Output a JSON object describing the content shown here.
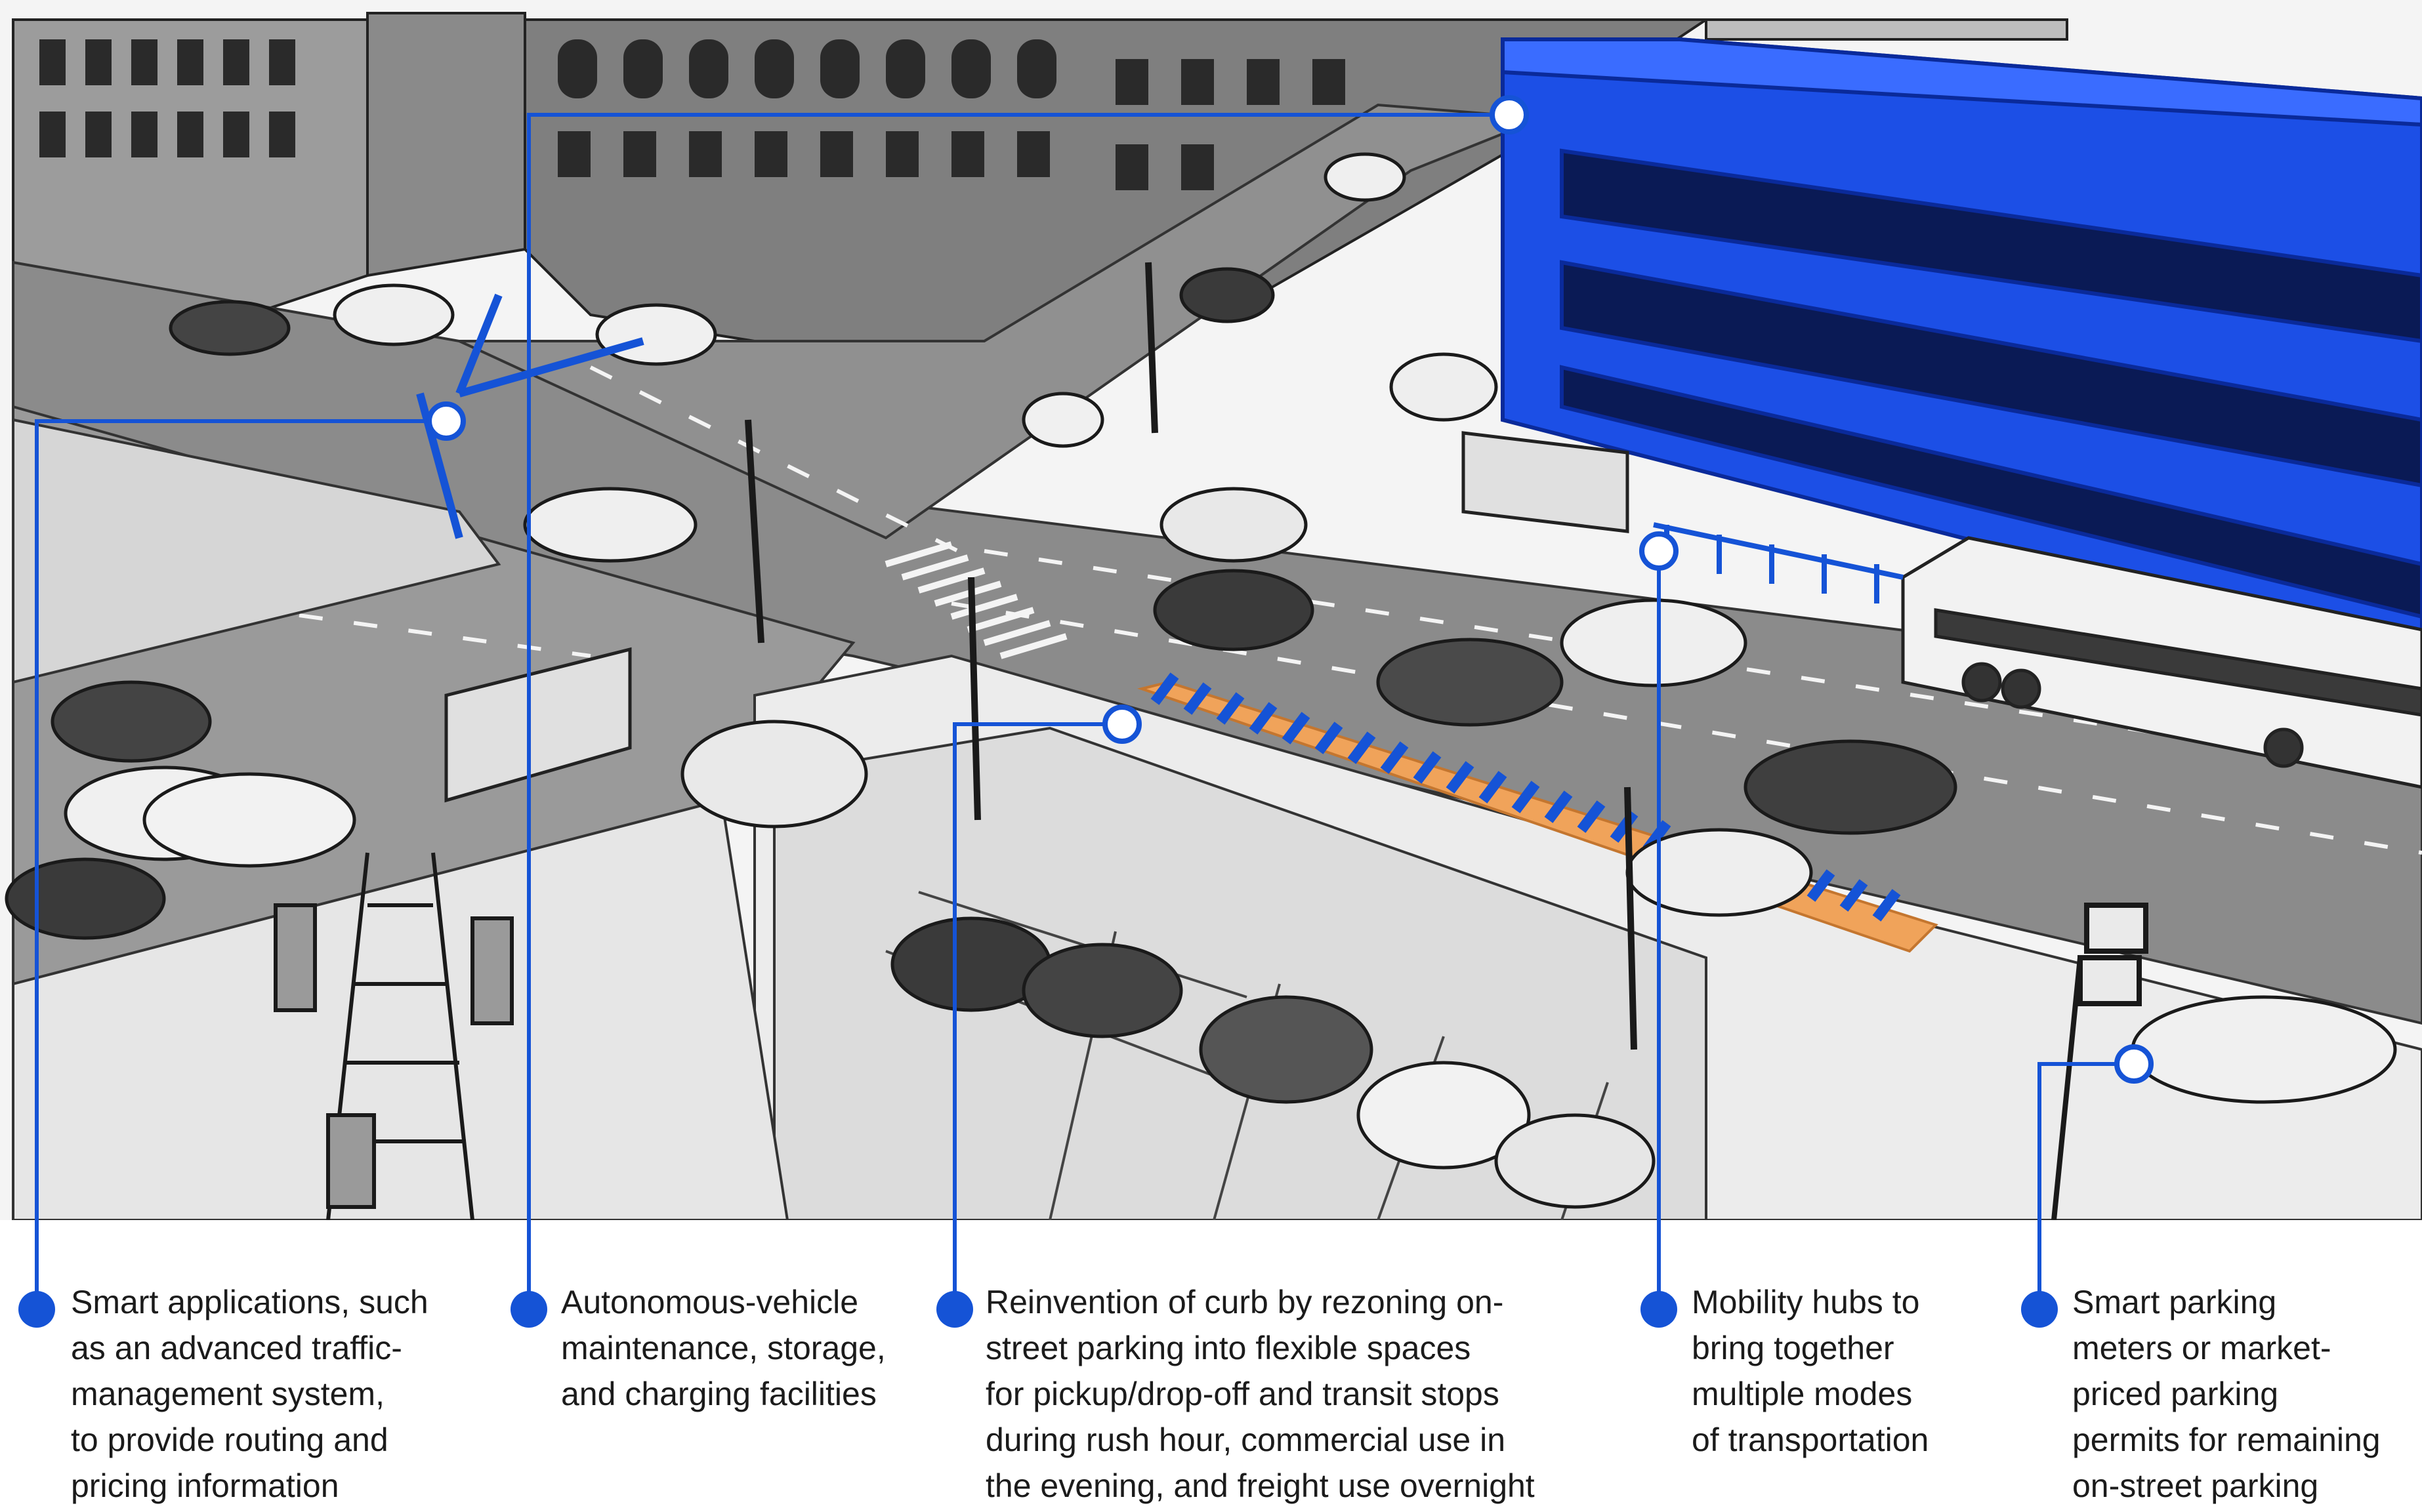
{
  "colors": {
    "accent": "#1553d6",
    "accent_dark": "#0f3db0",
    "highlight_orange": "#f0a35a",
    "building_blue": "#1c4fe6"
  },
  "callouts": [
    {
      "id": "smart-applications",
      "lines": [
        "Smart applications, such",
        "as an advanced traffic-",
        "management system,",
        "to provide routing and",
        "pricing information"
      ]
    },
    {
      "id": "autonomous-vehicle",
      "lines": [
        "Autonomous-vehicle",
        "maintenance, storage,",
        "and charging facilities"
      ]
    },
    {
      "id": "curb-reinvention",
      "lines": [
        "Reinvention of curb by rezoning on-",
        "street parking into flexible spaces",
        "for pickup/drop-off and transit stops",
        "during rush hour, commercial use in",
        "the evening, and freight use overnight"
      ]
    },
    {
      "id": "mobility-hubs",
      "lines": [
        "Mobility hubs to",
        "bring together",
        "multiple modes",
        "of transportation"
      ]
    },
    {
      "id": "smart-parking",
      "lines": [
        "Smart parking",
        "meters or market-",
        "priced parking",
        "permits for remaining",
        "on-street parking"
      ]
    }
  ]
}
